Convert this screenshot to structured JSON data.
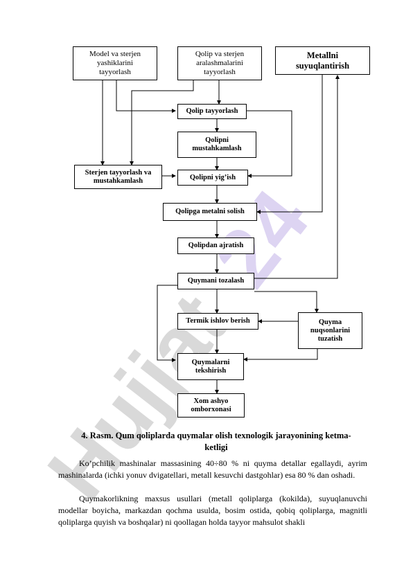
{
  "flowchart": {
    "model_box": "Model va sterjen\nyashiklarini\ntayyorlash",
    "qolip_sterjen_box": "Qolip va sterjen\naralashmalarini\ntayyorlash",
    "metall_box": "Metallni\nsuyuqlantirish",
    "qolip_tayyorlash": "Qolip tayyorlash",
    "qolipni_mustahkamlash": "Qolipni\nmustahkamlash",
    "sterjen_box": "Sterjen tayyorlash va\nmustahkamlash",
    "qolipni_yigish": "Qolipni yig’ish",
    "metal_solish": "Qolipga metalni solish",
    "ajratish": "Qolipdan ajratish",
    "tozalash": "Quymani tozalash",
    "termik": "Termik ishlov berish",
    "nuqson": "Quyma\nnuqsonlarini\ntuzatish",
    "tekshirish": "Quymalarni\ntekshirish",
    "ombor": "Xom ashyo\nomborxonasi"
  },
  "caption": "4. Rasm. Qum qoliplarda quymalar olish texnologik jarayonining ketma-\nketligi",
  "paragraphs": [
    "Ko’pchilik mashinalar massasining 40÷80 % ni quyma detallar egallaydi, ayrim mashinalarda (ichki yonuv dvigatellari, metall kesuvchi dastgohlar) esa 80 % dan oshadi.",
    "Quymakorlikning maxsus usullari (metall qoliplarga (kokilda), suyuqlanuvchi modellar boyicha, markazdan qochma usulda, bosim ostida, qobiq qoliplarga, magnitli qoliplarga quyish va boshqalar) ni qoollagan holda tayyor mahsulot shakli"
  ],
  "watermark": "Hujjat 24",
  "colors": {
    "watermark_gray": "#d9d9d9",
    "watermark_violet": "#ddd4f2"
  }
}
